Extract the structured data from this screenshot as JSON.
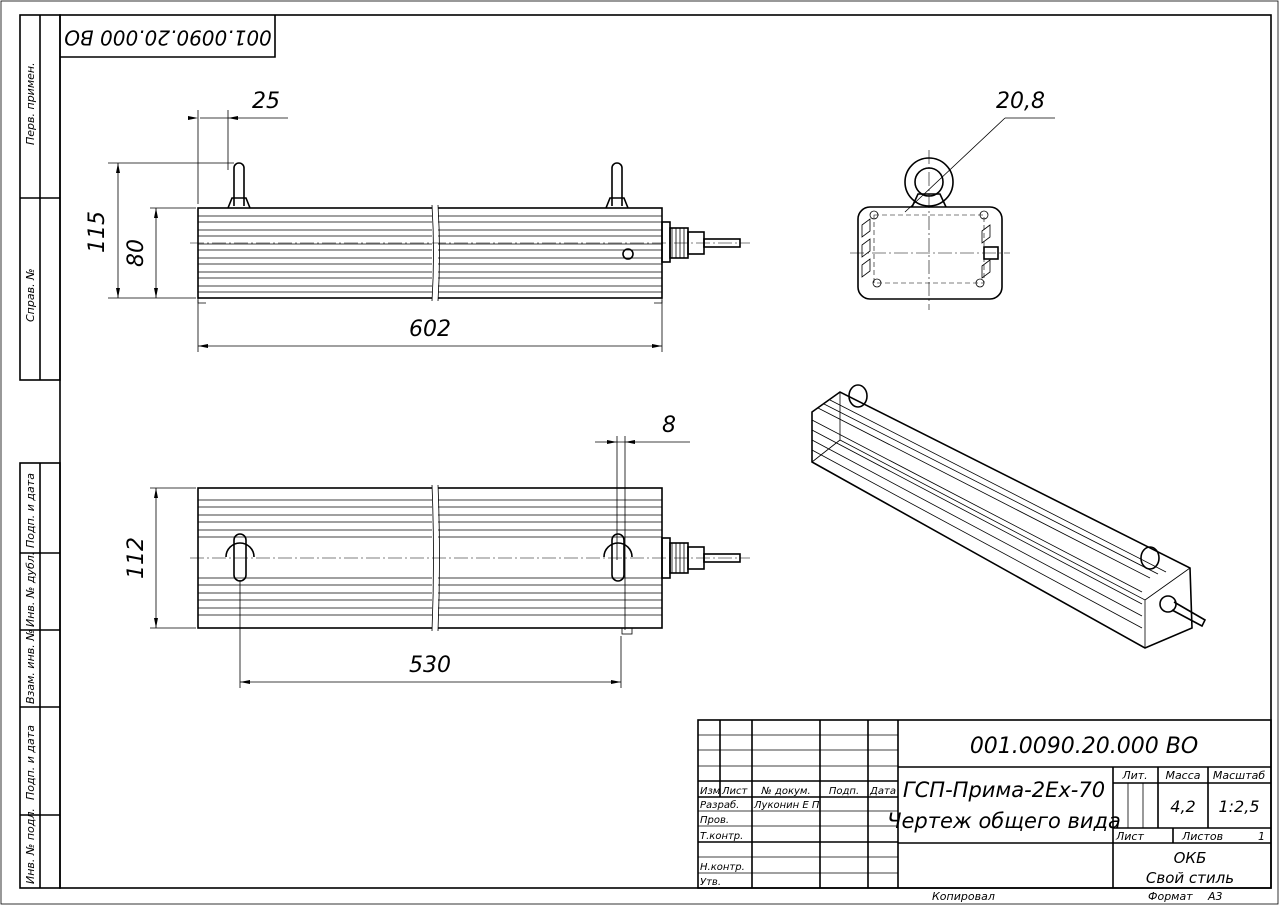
{
  "stamp_top": "001.0090.20.000 ВО",
  "side_strip": {
    "top": [
      "Перв. примен.",
      "Справ. №"
    ],
    "bottom": [
      "Подп. и дата",
      "Инв. № дубл.",
      "Взам. инв. №",
      "Подп. и дата",
      "Инв. № подл."
    ]
  },
  "dimensions": {
    "front_offset": "25",
    "front_total_height": "115",
    "front_body_height": "80",
    "front_length": "602",
    "eye_diameter": "20,8",
    "top_offset": "8",
    "top_width": "112",
    "top_mount_spacing": "530"
  },
  "title_block": {
    "designation": "001.0090.20.000 ВО",
    "name_line1": "ГСП-Прима-2Ех-70",
    "name_line2": "Чертеж общего вида",
    "headers": {
      "izm": "Изм",
      "list": "Лист",
      "doc_no": "№ докум.",
      "sign": "Подп.",
      "date": "Дата"
    },
    "roles": [
      "Разраб.",
      "Пров.",
      "Т.контр.",
      "Н.контр.",
      "Утв."
    ],
    "developer": "Луконин Е П",
    "lit_label": "Лит.",
    "mass_label": "Масса",
    "scale_label": "Масштаб",
    "mass": "4,2",
    "scale": "1:2,5",
    "sheet_label": "Лист",
    "sheets_label": "Листов",
    "sheets": "1",
    "org_line1": "ОКБ",
    "org_line2": "Свой стиль",
    "copied": "Копировал",
    "format_label": "Формат",
    "format": "А3"
  }
}
